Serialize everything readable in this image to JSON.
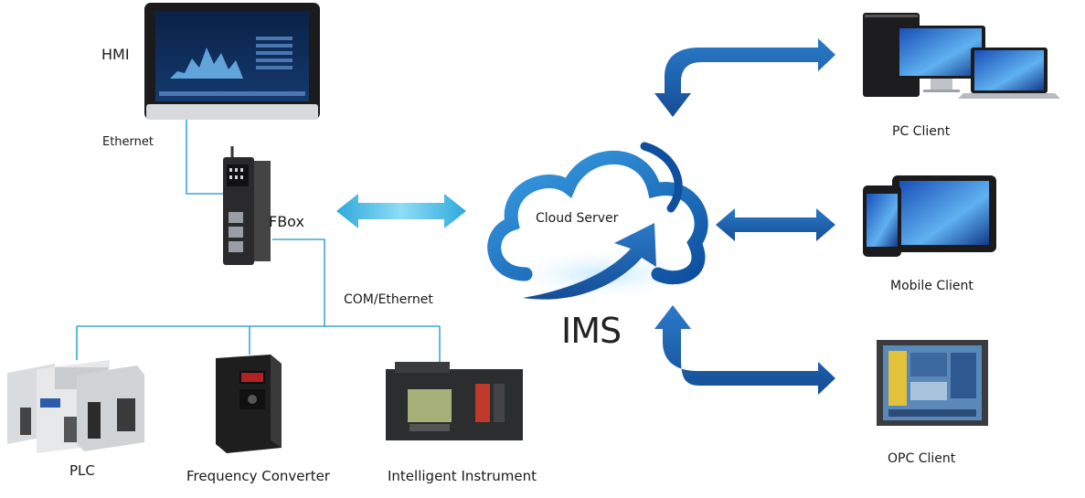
{
  "nodes": {
    "hmi": "HMI",
    "ethernet": "Ethernet",
    "fbox": "FBox",
    "com_ethernet": "COM/Ethernet",
    "plc": "PLC",
    "frequency_converter": "Frequency Converter",
    "intelligent_instrument": "Intelligent Instrument",
    "cloud_server": "Cloud Server",
    "ims": "IMS",
    "pc_client": "PC Client",
    "mobile_client": "Mobile Client",
    "opc_client": "OPC Client"
  },
  "colors": {
    "line": "#3aa7d6",
    "arrow_dark": "#1c5fae",
    "arrow_light": "#7fd0f0",
    "cloud": "#1f73c4"
  }
}
